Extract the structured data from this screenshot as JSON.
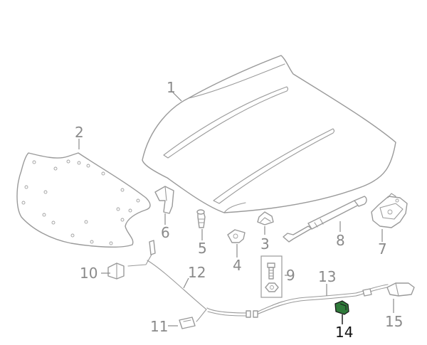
{
  "diagram": {
    "callouts": [
      {
        "id": "1",
        "label": "1"
      },
      {
        "id": "2",
        "label": "2"
      },
      {
        "id": "3",
        "label": "3"
      },
      {
        "id": "4",
        "label": "4"
      },
      {
        "id": "5",
        "label": "5"
      },
      {
        "id": "6",
        "label": "6"
      },
      {
        "id": "7",
        "label": "7"
      },
      {
        "id": "8",
        "label": "8"
      },
      {
        "id": "9",
        "label": "9"
      },
      {
        "id": "10",
        "label": "10"
      },
      {
        "id": "11",
        "label": "11"
      },
      {
        "id": "12",
        "label": "12"
      },
      {
        "id": "13",
        "label": "13"
      },
      {
        "id": "14",
        "label": "14"
      },
      {
        "id": "15",
        "label": "15"
      }
    ],
    "highlighted_part": "14",
    "colors": {
      "line": "#9a9a9a",
      "label": "#8a8a8a",
      "highlight_fill": "#2f7a3a",
      "highlight_label": "#111111"
    }
  }
}
